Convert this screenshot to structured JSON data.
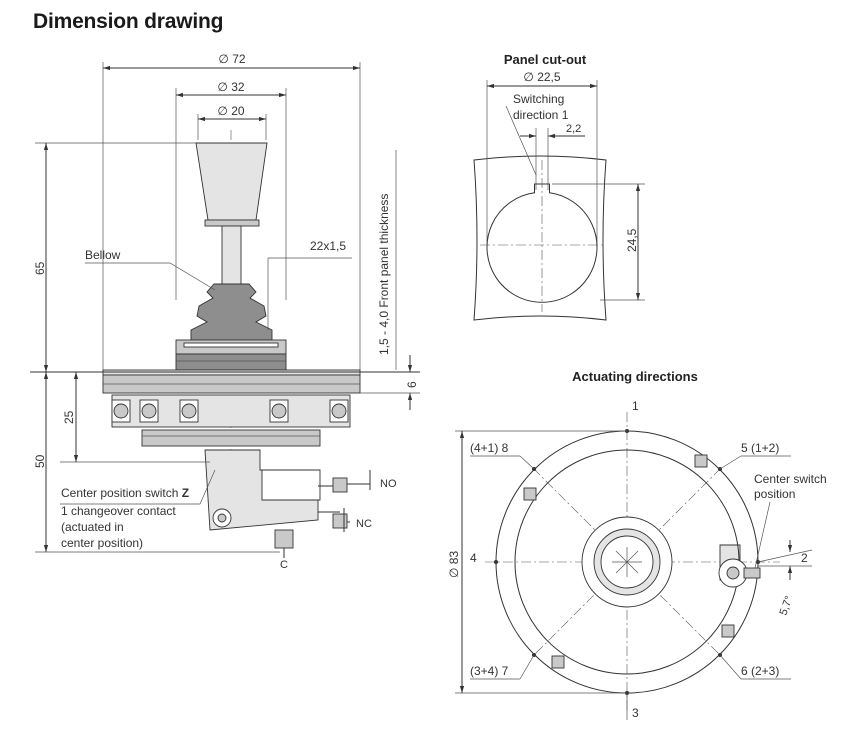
{
  "title": "Dimension drawing",
  "side_view": {
    "dim_outer_diameter": "∅ 72",
    "dim_ring_diameter": "∅ 32",
    "dim_knob_diameter": "∅ 20",
    "dim_height_65": "65",
    "dim_height_25": "25",
    "dim_height_50": "50",
    "dim_thread": "22x1,5",
    "dim_panel_6": "6",
    "label_bellow": "Bellow",
    "label_front_panel": "1,5 - 4,0  Front panel thickness",
    "switch_line1": "Center position switch ",
    "switch_z": "Z",
    "switch_line2": "1 changeover contact",
    "switch_line3": "(actuated in",
    "switch_line4": "center position)",
    "terminal_no": "NO",
    "terminal_nc": "NC",
    "terminal_c": "C"
  },
  "panel_cutout": {
    "title": "Panel cut-out",
    "dim_diameter": "∅ 22,5",
    "label_switching_1": "Switching",
    "label_switching_2": "direction 1",
    "dim_slot": "2,2",
    "dim_height": "24,5"
  },
  "actuating": {
    "title": "Actuating directions",
    "dir_1": "1",
    "dir_2": "2",
    "dir_3": "3",
    "dir_4": "4",
    "dir_5": "5 (1+2)",
    "dir_6": "6 (2+3)",
    "dir_7": "(3+4) 7",
    "dir_8": "(4+1) 8",
    "dim_diameter": "∅ 83",
    "dim_angle": "5,7°",
    "label_center_1": "Center switch",
    "label_center_2": "position"
  }
}
